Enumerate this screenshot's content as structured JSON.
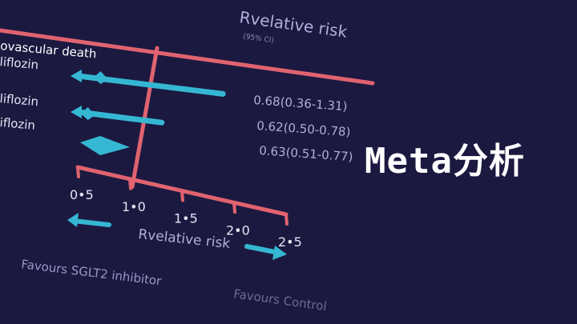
{
  "page_title": "Meta分析",
  "colors": {
    "background": "#1c1940",
    "axis": "#e0636f",
    "estimate_arrow": "#35b7d3",
    "text": "#b3addb"
  },
  "chart_data": {
    "type": "forest",
    "title": "Rvelative risk",
    "subtitle": "(95% CI)",
    "xlabel": "Rvelative risk",
    "x_ticks": [
      "0•5",
      "1•0",
      "1•5",
      "2•0",
      "2•5"
    ],
    "x_tick_values": [
      0.5,
      1.0,
      1.5,
      2.0,
      2.5
    ],
    "reference_line": 1.0,
    "outcome_label": "ovascular death",
    "rows": [
      {
        "label": "liflozin",
        "estimate": 0.68,
        "lower": 0.36,
        "upper": 1.31,
        "ci_text": "0.68(0.36-1.31)",
        "style": "arrow"
      },
      {
        "label": "liflozin",
        "estimate": 0.62,
        "lower": 0.5,
        "upper": 0.78,
        "ci_text": "0.62(0.50-0.78)",
        "style": "arrow"
      },
      {
        "label": "iflozin",
        "estimate": 0.63,
        "lower": 0.51,
        "upper": 0.77,
        "ci_text": "0.63(0.51-0.77)",
        "style": "diamond"
      }
    ],
    "favours_left": "Favours SGLT2 inhibitor",
    "favours_right": "Favours Control"
  }
}
